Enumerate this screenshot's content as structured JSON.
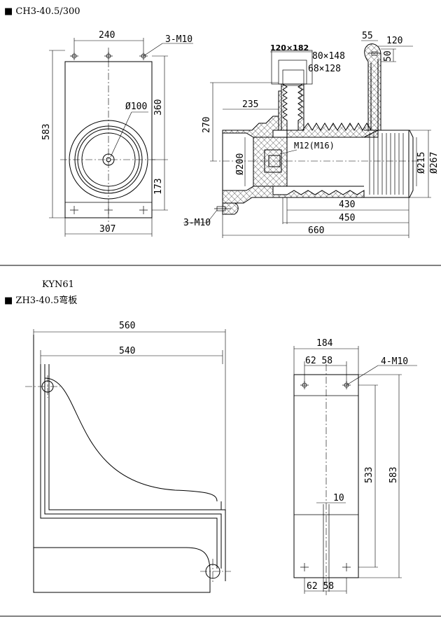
{
  "section1": {
    "header": "■ CH3-40.5/300",
    "front_view": {
      "dims": {
        "top_width": "240",
        "holes": "3-M10",
        "height": "583",
        "upper": "360",
        "lower": "173",
        "diameter": "Ø100",
        "bottom_width": "307"
      }
    },
    "side_view": {
      "dims": {
        "a": "120×182",
        "b": "80×148",
        "c": "68×128",
        "d": "55",
        "e": "120",
        "f": "50",
        "g": "235",
        "h": "270",
        "i": "Ø200",
        "j": "M12(M16)",
        "k": "Ø215",
        "l": "Ø267",
        "m": "430",
        "n": "450",
        "o": "660",
        "p": "3-M10"
      }
    }
  },
  "section2": {
    "subtitle": "KYN61",
    "header": "■ ZH3-40.5弯板",
    "side_view": {
      "dims": {
        "outer": "560",
        "inner": "540"
      }
    },
    "front_view": {
      "dims": {
        "width": "184",
        "spacing_top": "62 58",
        "holes": "4-M10",
        "inner_h": "533",
        "outer_h": "583",
        "gap": "10",
        "spacing_bottom": "62 58"
      }
    }
  }
}
